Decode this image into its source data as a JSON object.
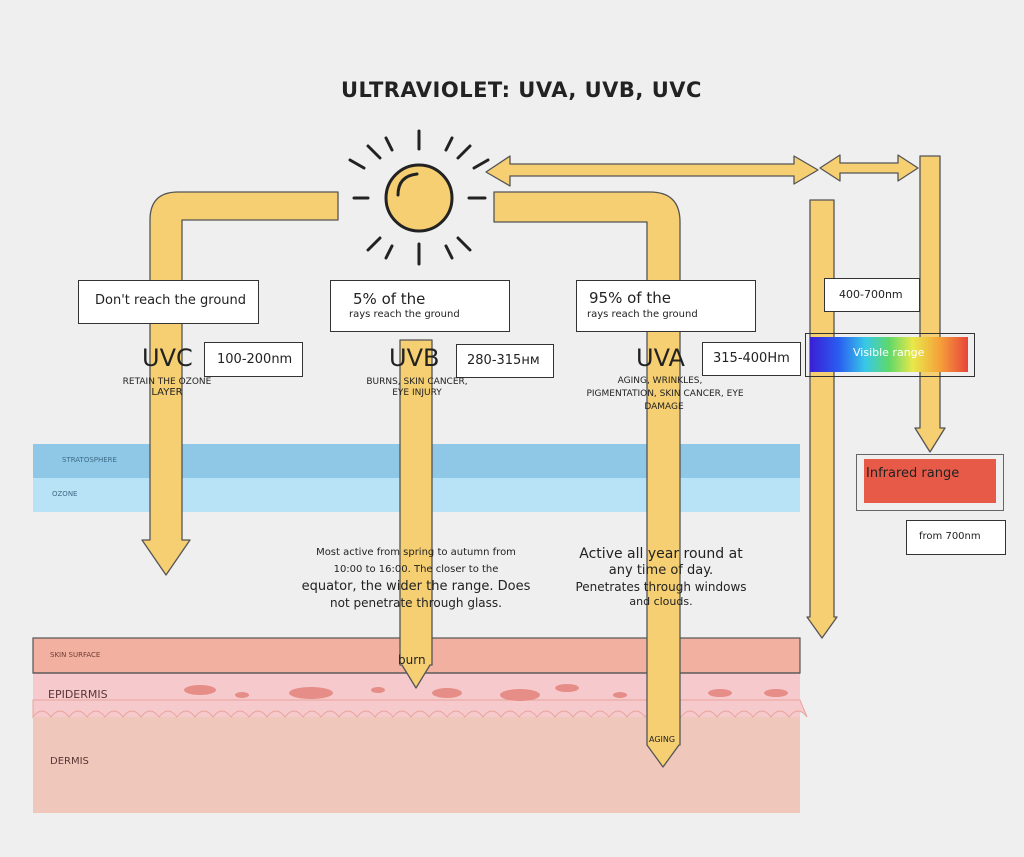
{
  "title": "ULTRAVIOLET: UVA, UVB, UVC",
  "colors": {
    "background": "#efefef",
    "arrow_fill": "#f5cf72",
    "arrow_stroke": "#555555",
    "stratosphere": "#8ec8e6",
    "ozone": "#b8e2f6",
    "skin_surface": "#f2b0a0",
    "epidermis": "#f6c9cd",
    "dermis": "#efc8bb",
    "cell": "#e58d86",
    "infrared": "#e85a48"
  },
  "icons": {
    "sun": "sun-icon"
  },
  "columns": {
    "uvc": {
      "note": "Don't reach the ground",
      "name": "UVC",
      "range": "100-200nm",
      "effects": [
        "RETAIN THE OZONE",
        "LAYER"
      ]
    },
    "uvb": {
      "note_main": "5% of the",
      "note_sub": "rays reach the ground",
      "name": "UVB",
      "range": "280-315нм",
      "effects": [
        "BURNS, SKIN CANCER,",
        "EYE INJURY"
      ],
      "desc": [
        "Most active from spring to autumn from",
        "10:00 to 16:00. The closer to the",
        "equator, the wider the range. Does",
        "not penetrate through glass."
      ],
      "skin_label": "burn"
    },
    "uva": {
      "note_main": "95% of the",
      "note_sub": "rays reach the ground",
      "name": "UVA",
      "range": "315-400Hm",
      "effects": [
        "AGING, WRINKLES,",
        "PIGMENTATION, SKIN CANCER, EYE",
        "DAMAGE"
      ],
      "desc": [
        "Active all year round at",
        "any time of day.",
        "Penetrates through windows",
        "and clouds."
      ],
      "skin_label": "AGING"
    }
  },
  "visible": {
    "range": "400-700nm",
    "label": "Visible range"
  },
  "infrared": {
    "label": "Infrared range",
    "range": "from 700nm"
  },
  "layers": {
    "stratosphere": "STRATOSPHERE",
    "ozone": "OZONE",
    "skin_surface": "SKIN SURFACE",
    "epidermis": "EPIDERMIS",
    "dermis": "DERMIS"
  }
}
